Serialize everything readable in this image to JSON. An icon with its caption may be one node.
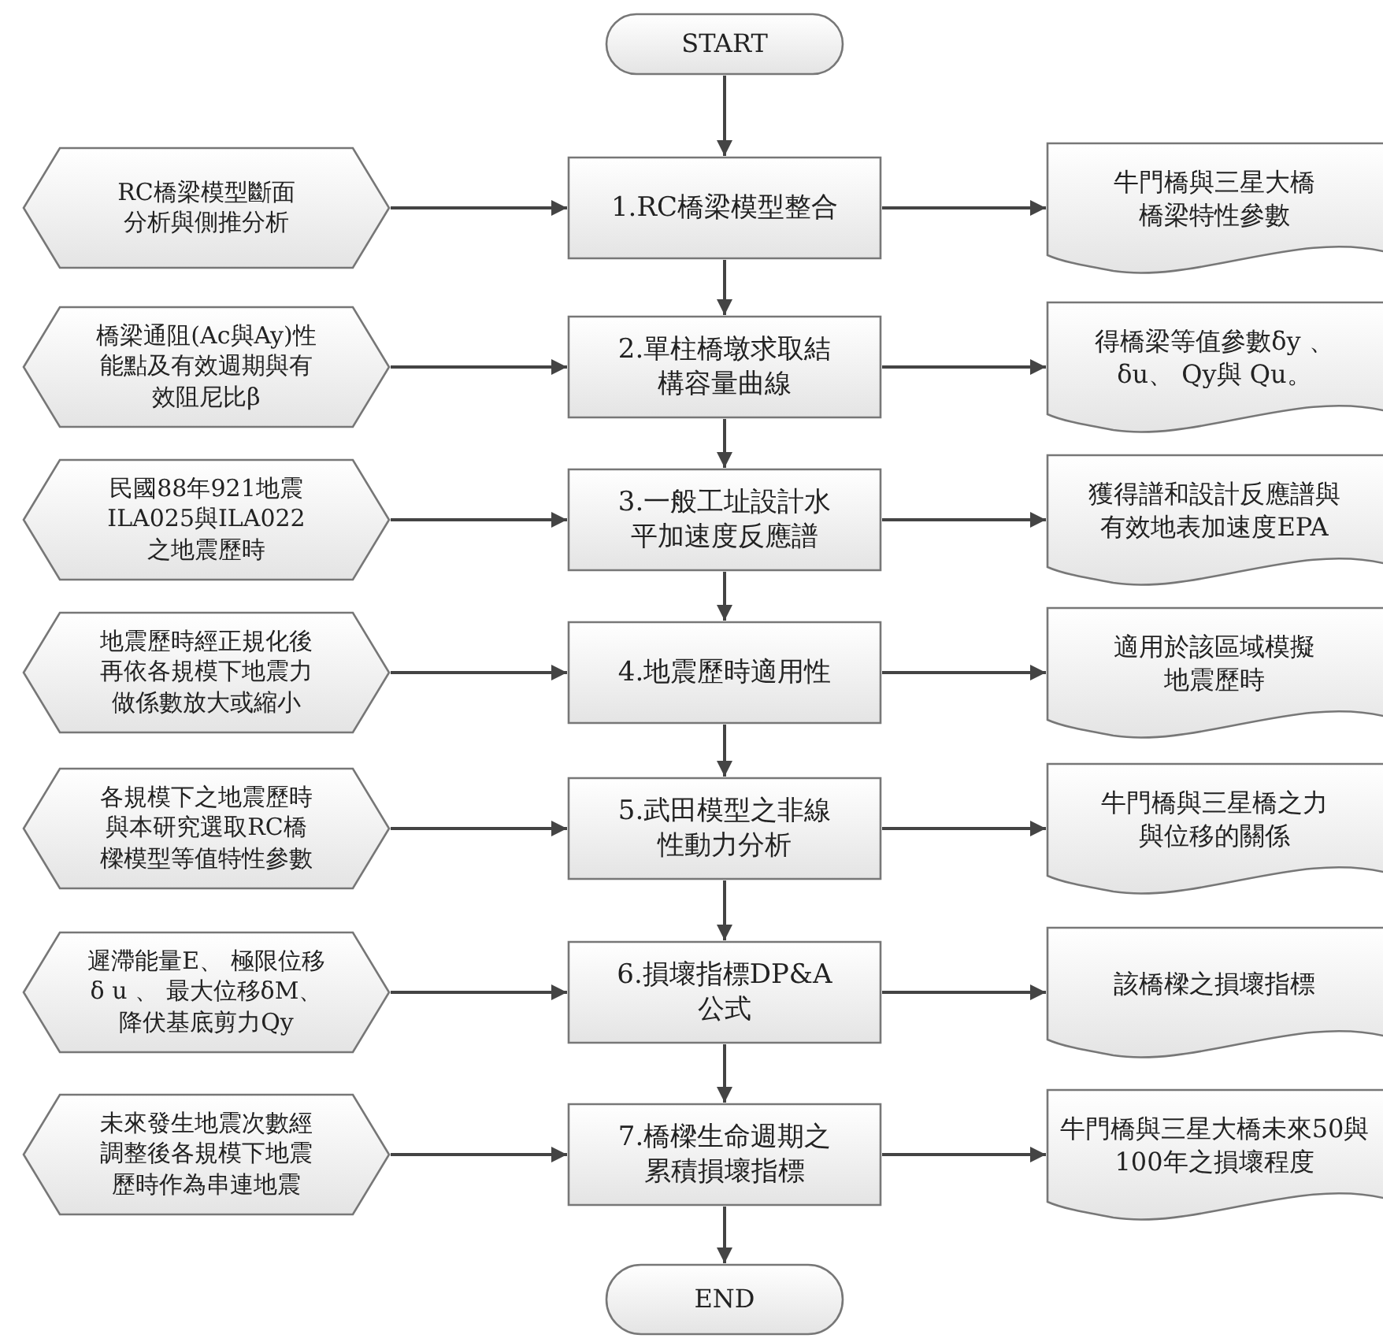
{
  "diagram": {
    "nodes": [
      {
        "text": [
          "START"
        ]
      },
      {
        "text": [
          "RC橋梁模型斷面分析與側推分析"
        ]
      },
      {
        "text": [
          "1.RC橋梁模型整合"
        ]
      },
      {
        "text": [
          "牛門橋與三星大橋橋梁特性參數"
        ]
      },
      {
        "text": [
          "橋梁通阻(Ac與Ay)性能點及有效週期與有效阻尼比β"
        ]
      },
      {
        "text": [
          "2.單柱橋墩求取結構容量曲線"
        ]
      },
      {
        "text": [
          "得橋梁等值參數δy 、 δu、 Qy與 Qu。"
        ]
      },
      {
        "text": [
          "民國88年921地震ILA025與ILA022之地震歷時"
        ]
      },
      {
        "text": [
          "3.一般工址設計水平加速度反應譜"
        ]
      },
      {
        "text": [
          "獲得譜和設計反應譜與有效地表加速度EPA"
        ]
      },
      {
        "text": [
          "地震歷時經正規化後再依各規模下地震力做係數放大或縮小"
        ]
      },
      {
        "text": [
          "4.地震歷時適用性"
        ]
      },
      {
        "text": [
          "適用於該區域模擬地震歷時"
        ]
      },
      {
        "text": [
          "各規模下之地震歷時與本研究選取RC橋樑模型等值特性參數"
        ]
      },
      {
        "text": [
          "5.武田模型之非線性動力分析"
        ]
      },
      {
        "text": [
          "牛門橋與三星橋之力與位移的關係"
        ]
      },
      {
        "text": [
          "遲滯能量E、 極限位移δ u 、 最大位移δM、降伏基底剪力Qy"
        ]
      },
      {
        "text": [
          "6.損壞指標DP&A公式"
        ]
      },
      {
        "text": [
          "該橋樑之損壞指標"
        ]
      },
      {
        "text": [
          "未來發生地震次數經調整後各規模下地震歷時作為串連地震"
        ]
      },
      {
        "text": [
          "7.橋樑生命週期之累積損壞指標"
        ]
      },
      {
        "text": [
          "牛門橋與三星大橋未來50與100年之損壞程度"
        ]
      },
      {
        "text": [
          "END"
        ]
      }
    ],
    "edges": [
      {
        "from": 0,
        "to": 2,
        "arrow": "to"
      },
      {
        "from": 1,
        "to": 2,
        "arrow": "to"
      },
      {
        "from": 2,
        "to": 3,
        "arrow": "to"
      },
      {
        "from": 2,
        "to": 5,
        "arrow": "to"
      },
      {
        "from": 4,
        "to": 5,
        "arrow": "to"
      },
      {
        "from": 5,
        "to": 6,
        "arrow": "to"
      },
      {
        "from": 5,
        "to": 8,
        "arrow": "to"
      },
      {
        "from": 7,
        "to": 8,
        "arrow": "to"
      },
      {
        "from": 8,
        "to": 9,
        "arrow": "to"
      },
      {
        "from": 8,
        "to": 11,
        "arrow": "to"
      },
      {
        "from": 10,
        "to": 11,
        "arrow": "to"
      },
      {
        "from": 11,
        "to": 12,
        "arrow": "to"
      },
      {
        "from": 11,
        "to": 14,
        "arrow": "to"
      },
      {
        "from": 13,
        "to": 14,
        "arrow": "to"
      },
      {
        "from": 14,
        "to": 15,
        "arrow": "to"
      },
      {
        "from": 14,
        "to": 17,
        "arrow": "to"
      },
      {
        "from": 16,
        "to": 17,
        "arrow": "to"
      },
      {
        "from": 17,
        "to": 18,
        "arrow": "to"
      },
      {
        "from": 17,
        "to": 20,
        "arrow": "to"
      },
      {
        "from": 19,
        "to": 20,
        "arrow": "to"
      },
      {
        "from": 20,
        "to": 21,
        "arrow": "to"
      },
      {
        "from": 20,
        "to": 22,
        "arrow": "to"
      }
    ]
  }
}
